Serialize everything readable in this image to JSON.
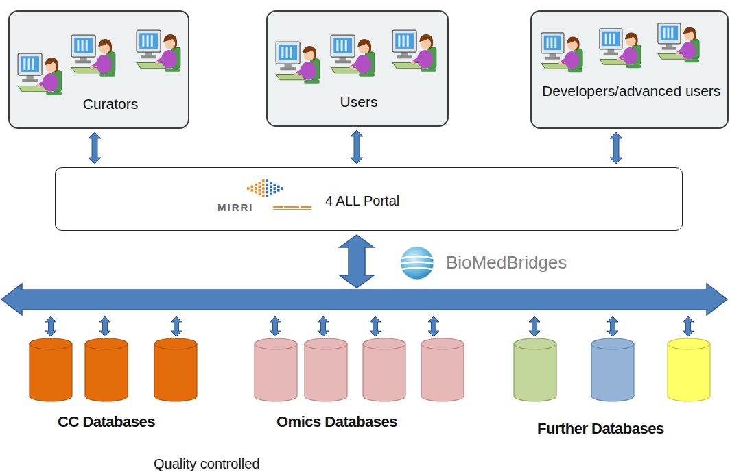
{
  "diagram": {
    "nodes": [
      {
        "text": [
          "Curators"
        ]
      },
      {
        "text": [
          "Users"
        ]
      },
      {
        "text": [
          "Developers/advanced users"
        ]
      },
      {
        "text": [
          "4 ALL Portal"
        ]
      }
    ],
    "edges": [
      {
        "from": 0,
        "to": 3,
        "arrow": "both"
      },
      {
        "from": 1,
        "to": 3,
        "arrow": "both"
      },
      {
        "from": 2,
        "to": 3,
        "arrow": "both"
      }
    ],
    "labels": [
      "MIRRI",
      "BioMedBridges",
      "CC Databases",
      "Omics Databases",
      "Further Databases",
      "Quality controlled"
    ]
  }
}
